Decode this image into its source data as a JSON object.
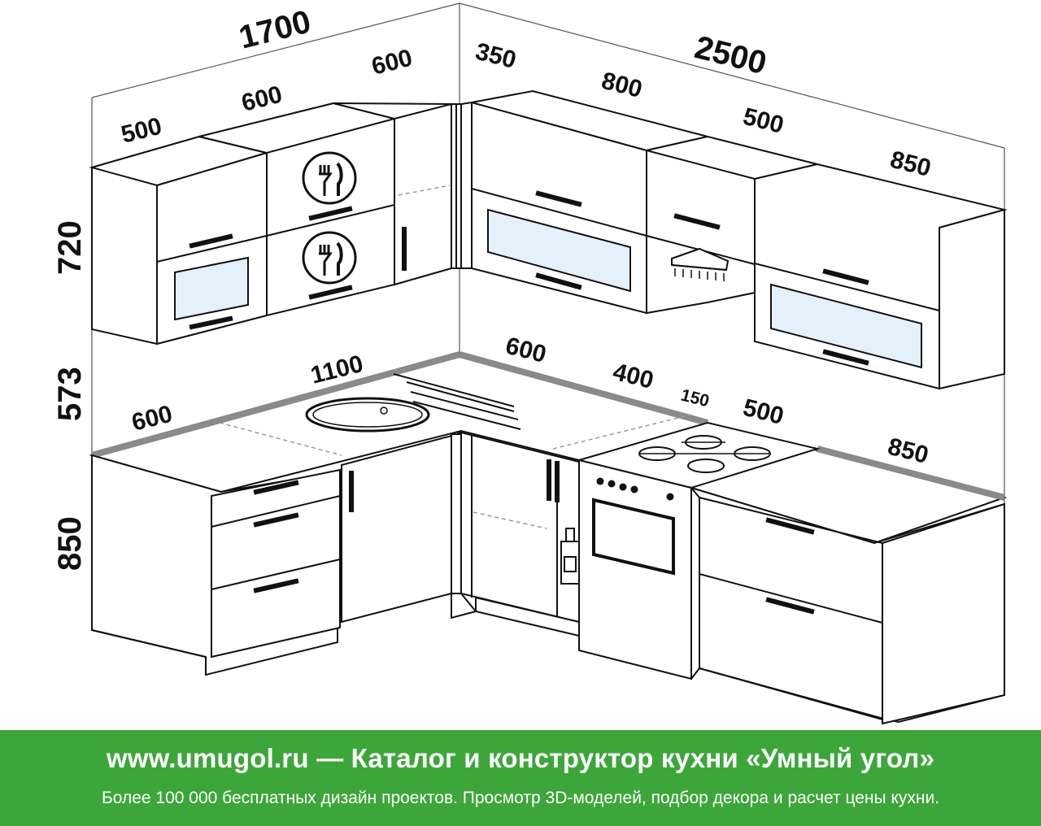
{
  "dimensions": {
    "upper_total_left": "1700",
    "upper_total_right": "2500",
    "upper_left_500": "500",
    "upper_left_600": "600",
    "upper_corner_600": "600",
    "upper_right_350": "350",
    "upper_right_800": "800",
    "upper_right_500": "500",
    "upper_right_850": "850",
    "height_upper": "720",
    "height_backsplash": "573",
    "height_base": "850",
    "counter_left_600": "600",
    "counter_left_1100": "1100",
    "counter_right_600": "600",
    "counter_right_400": "400",
    "counter_right_150": "150",
    "counter_right_500": "500",
    "counter_right_850": "850"
  },
  "icons": {
    "cutlery": "fork-knife-plate-icon",
    "hood": "range-hood-icon",
    "bottle": "bottle-icon",
    "sink": "sink-icon",
    "stove": "gas-hob-icon",
    "oven": "oven-icon"
  },
  "colors": {
    "footer_bg": "#3da63a",
    "glass": "#e4f0fa",
    "countertop_edge": "#8a8a8a"
  },
  "footer": {
    "title": "www.umugol.ru — Каталог и конструктор кухни «Умный угол»",
    "subtitle": "Более 100 000 бесплатных дизайн проектов. Просмотр 3D-моделей, подбор декора и расчет цены кухни."
  }
}
